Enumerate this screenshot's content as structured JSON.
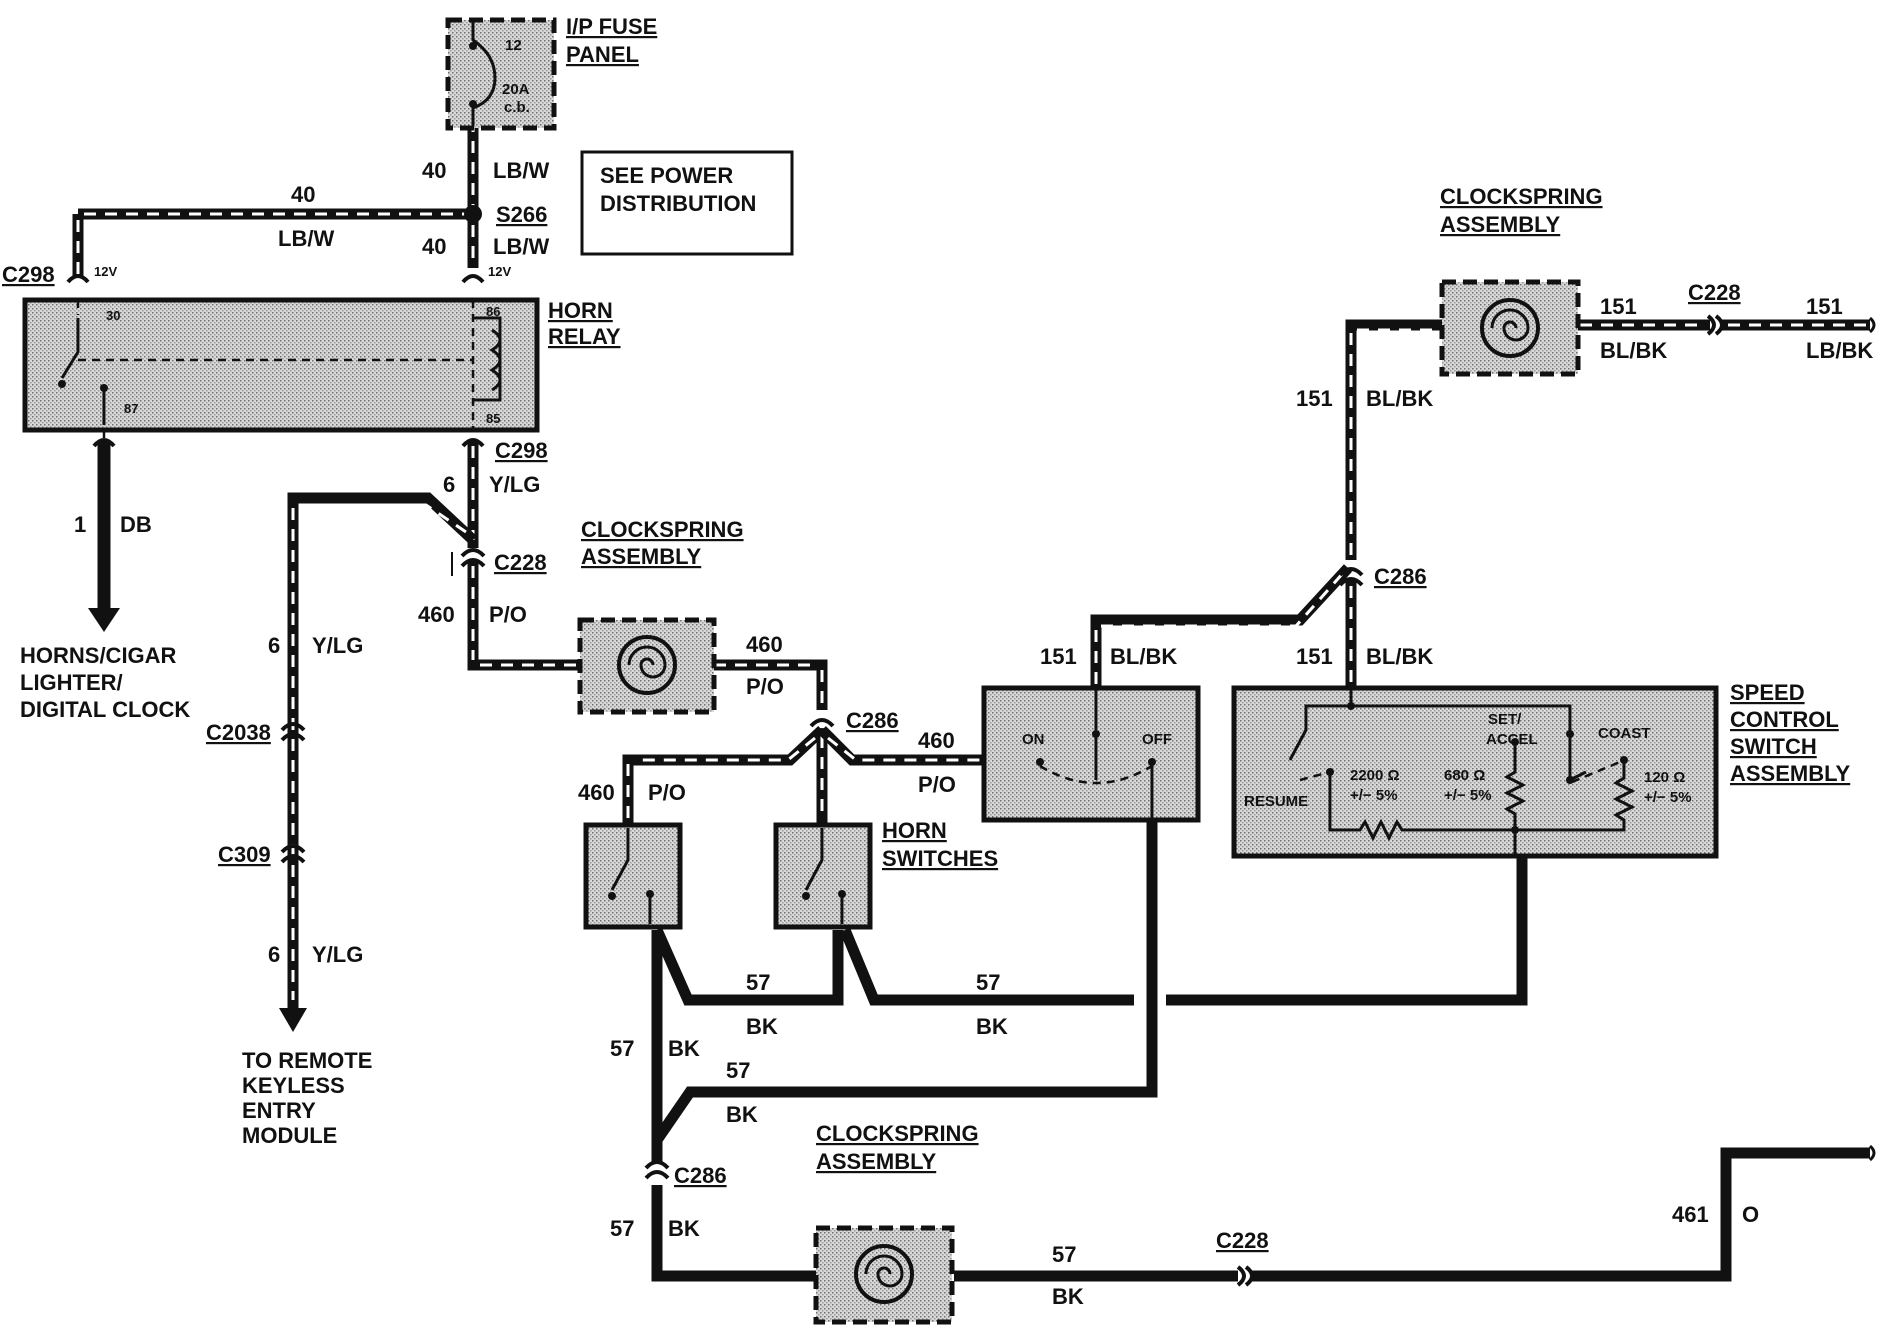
{
  "components": {
    "fuse_panel": {
      "title_line1": "I/P FUSE",
      "title_line2": "PANEL",
      "fuse_number": "12",
      "rating_line1": "20A",
      "rating_line2": "c.b."
    },
    "see_power": {
      "line1": "SEE POWER",
      "line2": "DISTRIBUTION"
    },
    "horn_relay": {
      "line1": "HORN",
      "line2": "RELAY",
      "pin_30": "30",
      "pin_86": "86",
      "pin_87": "87",
      "pin_85": "85"
    },
    "clockspring_top": {
      "line1": "CLOCKSPRING",
      "line2": "ASSEMBLY"
    },
    "clockspring_mid": {
      "line1": "CLOCKSPRING",
      "line2": "ASSEMBLY"
    },
    "clockspring_bottom": {
      "line1": "CLOCKSPRING",
      "line2": "ASSEMBLY"
    },
    "horn_switches": {
      "line1": "HORN",
      "line2": "SWITCHES"
    },
    "speed_control": {
      "line1": "SPEED",
      "line2": "CONTROL",
      "line3": "SWITCH",
      "line4": "ASSEMBLY",
      "on": "ON",
      "off": "OFF",
      "resume": "RESUME",
      "set_line1": "SET/",
      "set_line2": "ACCEL",
      "coast": "COAST",
      "r1_value": "2200 Ω",
      "r1_tol": "+/− 5%",
      "r2_value": "680 Ω",
      "r2_tol": "+/− 5%",
      "r3_value": "120 Ω",
      "r3_tol": "+/− 5%"
    }
  },
  "destinations": {
    "horns": {
      "line1": "HORNS/CIGAR",
      "line2": "LIGHTER/",
      "line3": "DIGITAL CLOCK"
    },
    "rke": {
      "line1": "TO REMOTE",
      "line2": "KEYLESS",
      "line3": "ENTRY",
      "line4": "MODULE"
    }
  },
  "connectors": {
    "s266": "S266",
    "c298_left": "C298",
    "c298_right": "C298",
    "c228_a": "C228",
    "c228_b": "C228",
    "c228_c": "C228",
    "c286_a": "C286",
    "c286_b": "C286",
    "c286_c": "C286",
    "c2038": "C2038",
    "c309": "C309",
    "v12_left": "12V",
    "v12_right": "12V"
  },
  "wires": {
    "w40_top_num": "40",
    "w40_top_color": "LB/W",
    "w40_horiz_num": "40",
    "w40_horiz_color": "LB/W",
    "w40_lower_num": "40",
    "w40_lower_color": "LB/W",
    "w1_num": "1",
    "w1_color": "DB",
    "w6_top_num": "6",
    "w6_top_color": "Y/LG",
    "w6_mid_num": "6",
    "w6_mid_color": "Y/LG",
    "w6_bot_num": "6",
    "w6_bot_color": "Y/LG",
    "w460_a_num": "460",
    "w460_a_color": "P/O",
    "w460_b_num": "460",
    "w460_b_color": "P/O",
    "w460_c_num": "460",
    "w460_c_color": "P/O",
    "w460_d_num": "460",
    "w460_d_color": "P/O",
    "w151_a_num": "151",
    "w151_a_color": "BL/BK",
    "w151_b_num": "151",
    "w151_b_color": "BL/BK",
    "w151_c_num": "151",
    "w151_c_color": "BL/BK",
    "w151_d_num": "151",
    "w151_d_color": "BL/BK",
    "w151_e_num": "151",
    "w151_e_color": "LB/BK",
    "w57_a_num": "57",
    "w57_a_color": "BK",
    "w57_b_num": "57",
    "w57_b_color": "BK",
    "w57_c_num": "57",
    "w57_c_color": "BK",
    "w57_d_num": "57",
    "w57_d_color": "BK",
    "w57_e_num": "57",
    "w57_e_color": "BK",
    "w57_f_num": "57",
    "w57_f_color": "BK",
    "w461_num": "461",
    "w461_color": "O"
  }
}
